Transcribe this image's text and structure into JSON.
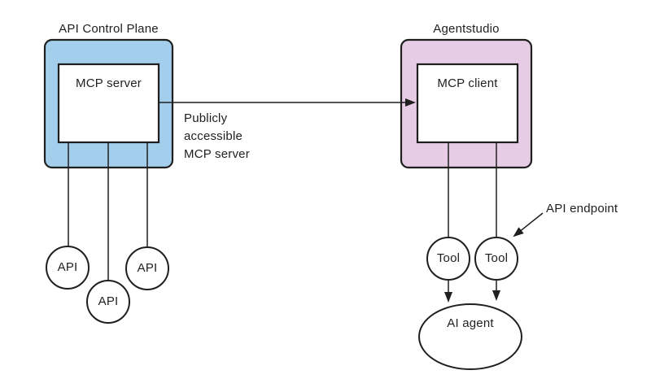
{
  "colors": {
    "control_plane_fill": "#a4cfec",
    "agentstudio_fill": "#e6cde5",
    "node_fill": "#ffffff",
    "stroke": "#1f1f1f",
    "background": "#ffffff"
  },
  "control_plane": {
    "title": "API Control Plane",
    "server_box_label": "MCP server",
    "api_node_labels": [
      "API",
      "API",
      "API"
    ]
  },
  "agentstudio": {
    "title": "Agentstudio",
    "client_box_label": "MCP client",
    "tool_node_labels": [
      "Tool",
      "Tool"
    ]
  },
  "connection": {
    "label": "Publicly\naccessible\nMCP server"
  },
  "annotations": {
    "api_endpoint_label": "API endpoint"
  },
  "agent": {
    "label": "AI agent"
  }
}
